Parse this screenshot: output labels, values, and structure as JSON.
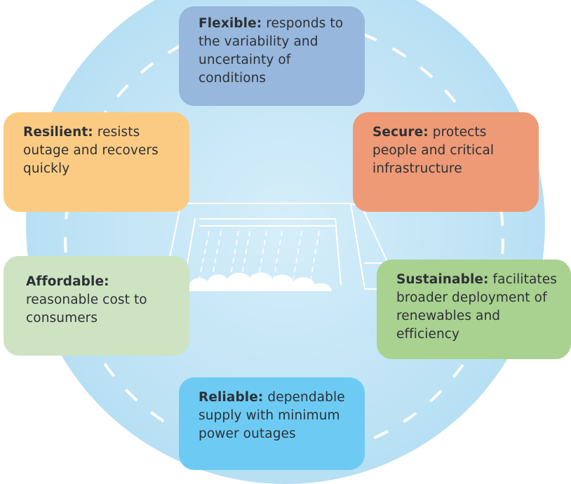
{
  "boxes": {
    "flexible": {
      "title": "Flexible:",
      "text": "responds to the variability and uncertainty of conditions",
      "color": "#97b7dc"
    },
    "resilient": {
      "title": "Resilient:",
      "text": "resists outage and recovers quickly",
      "color": "#fbcb83"
    },
    "secure": {
      "title": "Secure:",
      "text": "protects people and critical infrastructure",
      "color": "#ee9a76"
    },
    "affordable": {
      "title": "Affordable:",
      "text": "reasonable cost to consumers",
      "color": "#cde3c2"
    },
    "sustainable": {
      "title": "Sustainable:",
      "text": "facilitates broader deployment of renewables and efficiency",
      "color": "#a9d190"
    },
    "reliable": {
      "title": "Reliable:",
      "text": "dependable supply with minimum power outages",
      "color": "#6dcbf3"
    }
  },
  "background_color": "#bfe3f5",
  "center_icon": "hydroelectric-dam-icon"
}
